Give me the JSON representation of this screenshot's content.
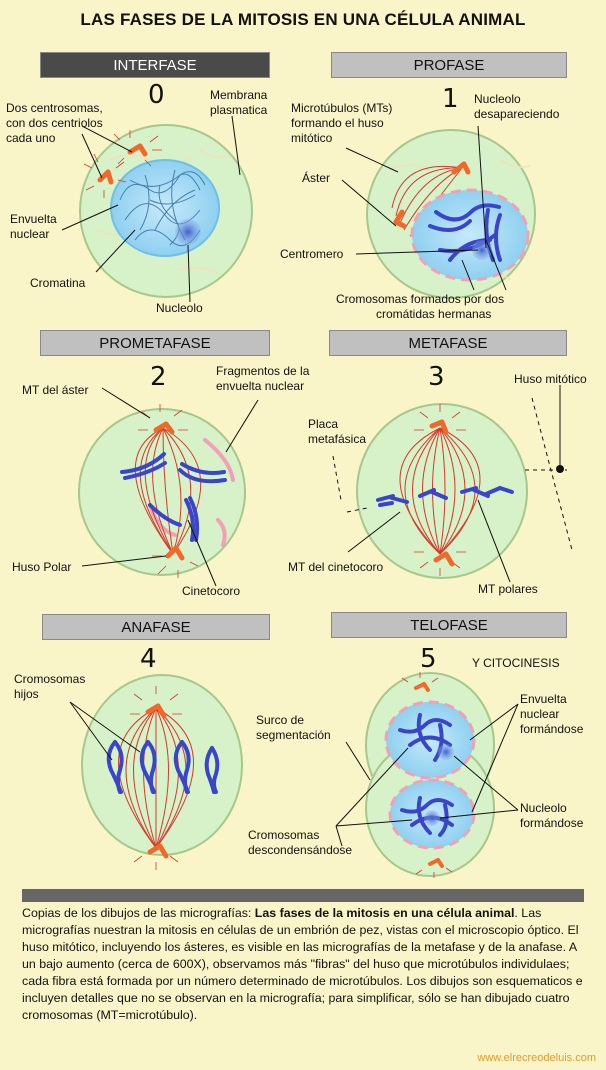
{
  "title": "LAS FASES DE LA MITOSIS EN UNA CÉLULA ANIMAL",
  "phases": [
    {
      "name": "INTERFASE",
      "number": "0"
    },
    {
      "name": "PROFASE",
      "number": "1"
    },
    {
      "name": "PROMETAFASE",
      "number": "2"
    },
    {
      "name": "METAFASE",
      "number": "3"
    },
    {
      "name": "ANAFASE",
      "number": "4"
    },
    {
      "name": "TELOFASE",
      "number": "5"
    }
  ],
  "labels": {
    "interfase": {
      "centrosomas": [
        "Dos centrosomas,",
        "con dos centriolos",
        "cada uno"
      ],
      "membrana": [
        "Membrana",
        "plasmatica"
      ],
      "envuelta": [
        "Envuelta",
        "nuclear"
      ],
      "cromatina": "Cromatina",
      "nucleolo": "Nucleolo"
    },
    "profase": {
      "microtubulos": [
        "Microtúbulos (MTs)",
        "formando el huso",
        "mitótico"
      ],
      "nucleolo": [
        "Nucleolo",
        "desapareciendo"
      ],
      "aster": "Áster",
      "centromero": "Centromero",
      "cromosomas": [
        "Cromosomas formados por dos",
        "cromátidas hermanas"
      ]
    },
    "prometafase": {
      "mt_aster": "MT del áster",
      "fragmentos": [
        "Fragmentos de la",
        "envuelta nuclear"
      ],
      "huso_polar": "Huso Polar",
      "cinetocoro": "Cinetocoro"
    },
    "metafase": {
      "huso_mitotico": "Huso mitótico",
      "placa": [
        "Placa",
        "metafásica"
      ],
      "mt_cinetocoro": "MT del cinetocoro",
      "mt_polares": "MT polares"
    },
    "anafase": {
      "cromosomas_hijos": [
        "Cromosomas",
        "hijos"
      ]
    },
    "telofase": {
      "citocinesis": "Y CITOCINESIS",
      "surco": [
        "Surco de",
        "segmentación"
      ],
      "envuelta": [
        "Envuelta",
        "nuclear",
        "formándose"
      ],
      "nucleolo": [
        "Nucleolo",
        "formándose"
      ],
      "cromosomas": [
        "Cromosomas",
        "descondensándose"
      ]
    }
  },
  "caption": {
    "lead": "Copias de los dibujos de las micrografías: ",
    "bold": "Las fases de la mitosis en una célula animal",
    "rest": ". Las micrografías nuestran la mitosis en células de un embrión de pez, vistas con el microscopio óptico. El huso mitótico, incluyendo los ásteres, es visible en las micrografías de la metafase y de la anafase. A un bajo aumento (cerca de 600X), observamos más \"fibras\" del huso que microtúbulos individulaes; cada fibra está formada por un número determinado de microtúbulos. Los dibujos son esquematicos e incluyen detalles que no se observan en la micrografía; para simplificar, sólo se han dibujado cuatro cromosomas (MT=microtúbulo)."
  },
  "credit": "www.elrecreodeluis.com",
  "colors": {
    "background": "#faf5c8",
    "cell_fill": "#d7f1c9",
    "cell_stroke": "#a6c88a",
    "nucleus_fill": "#a9dbf4",
    "chromosome": "#3a46c9",
    "centrosome": "#f0692a",
    "spindle": "#d63a2a",
    "nuclear_envelope": "#f2a0b6",
    "label_box": "#c0c0c0",
    "label_box_dark": "#4a4a4a",
    "credit": "#e39a2c"
  }
}
